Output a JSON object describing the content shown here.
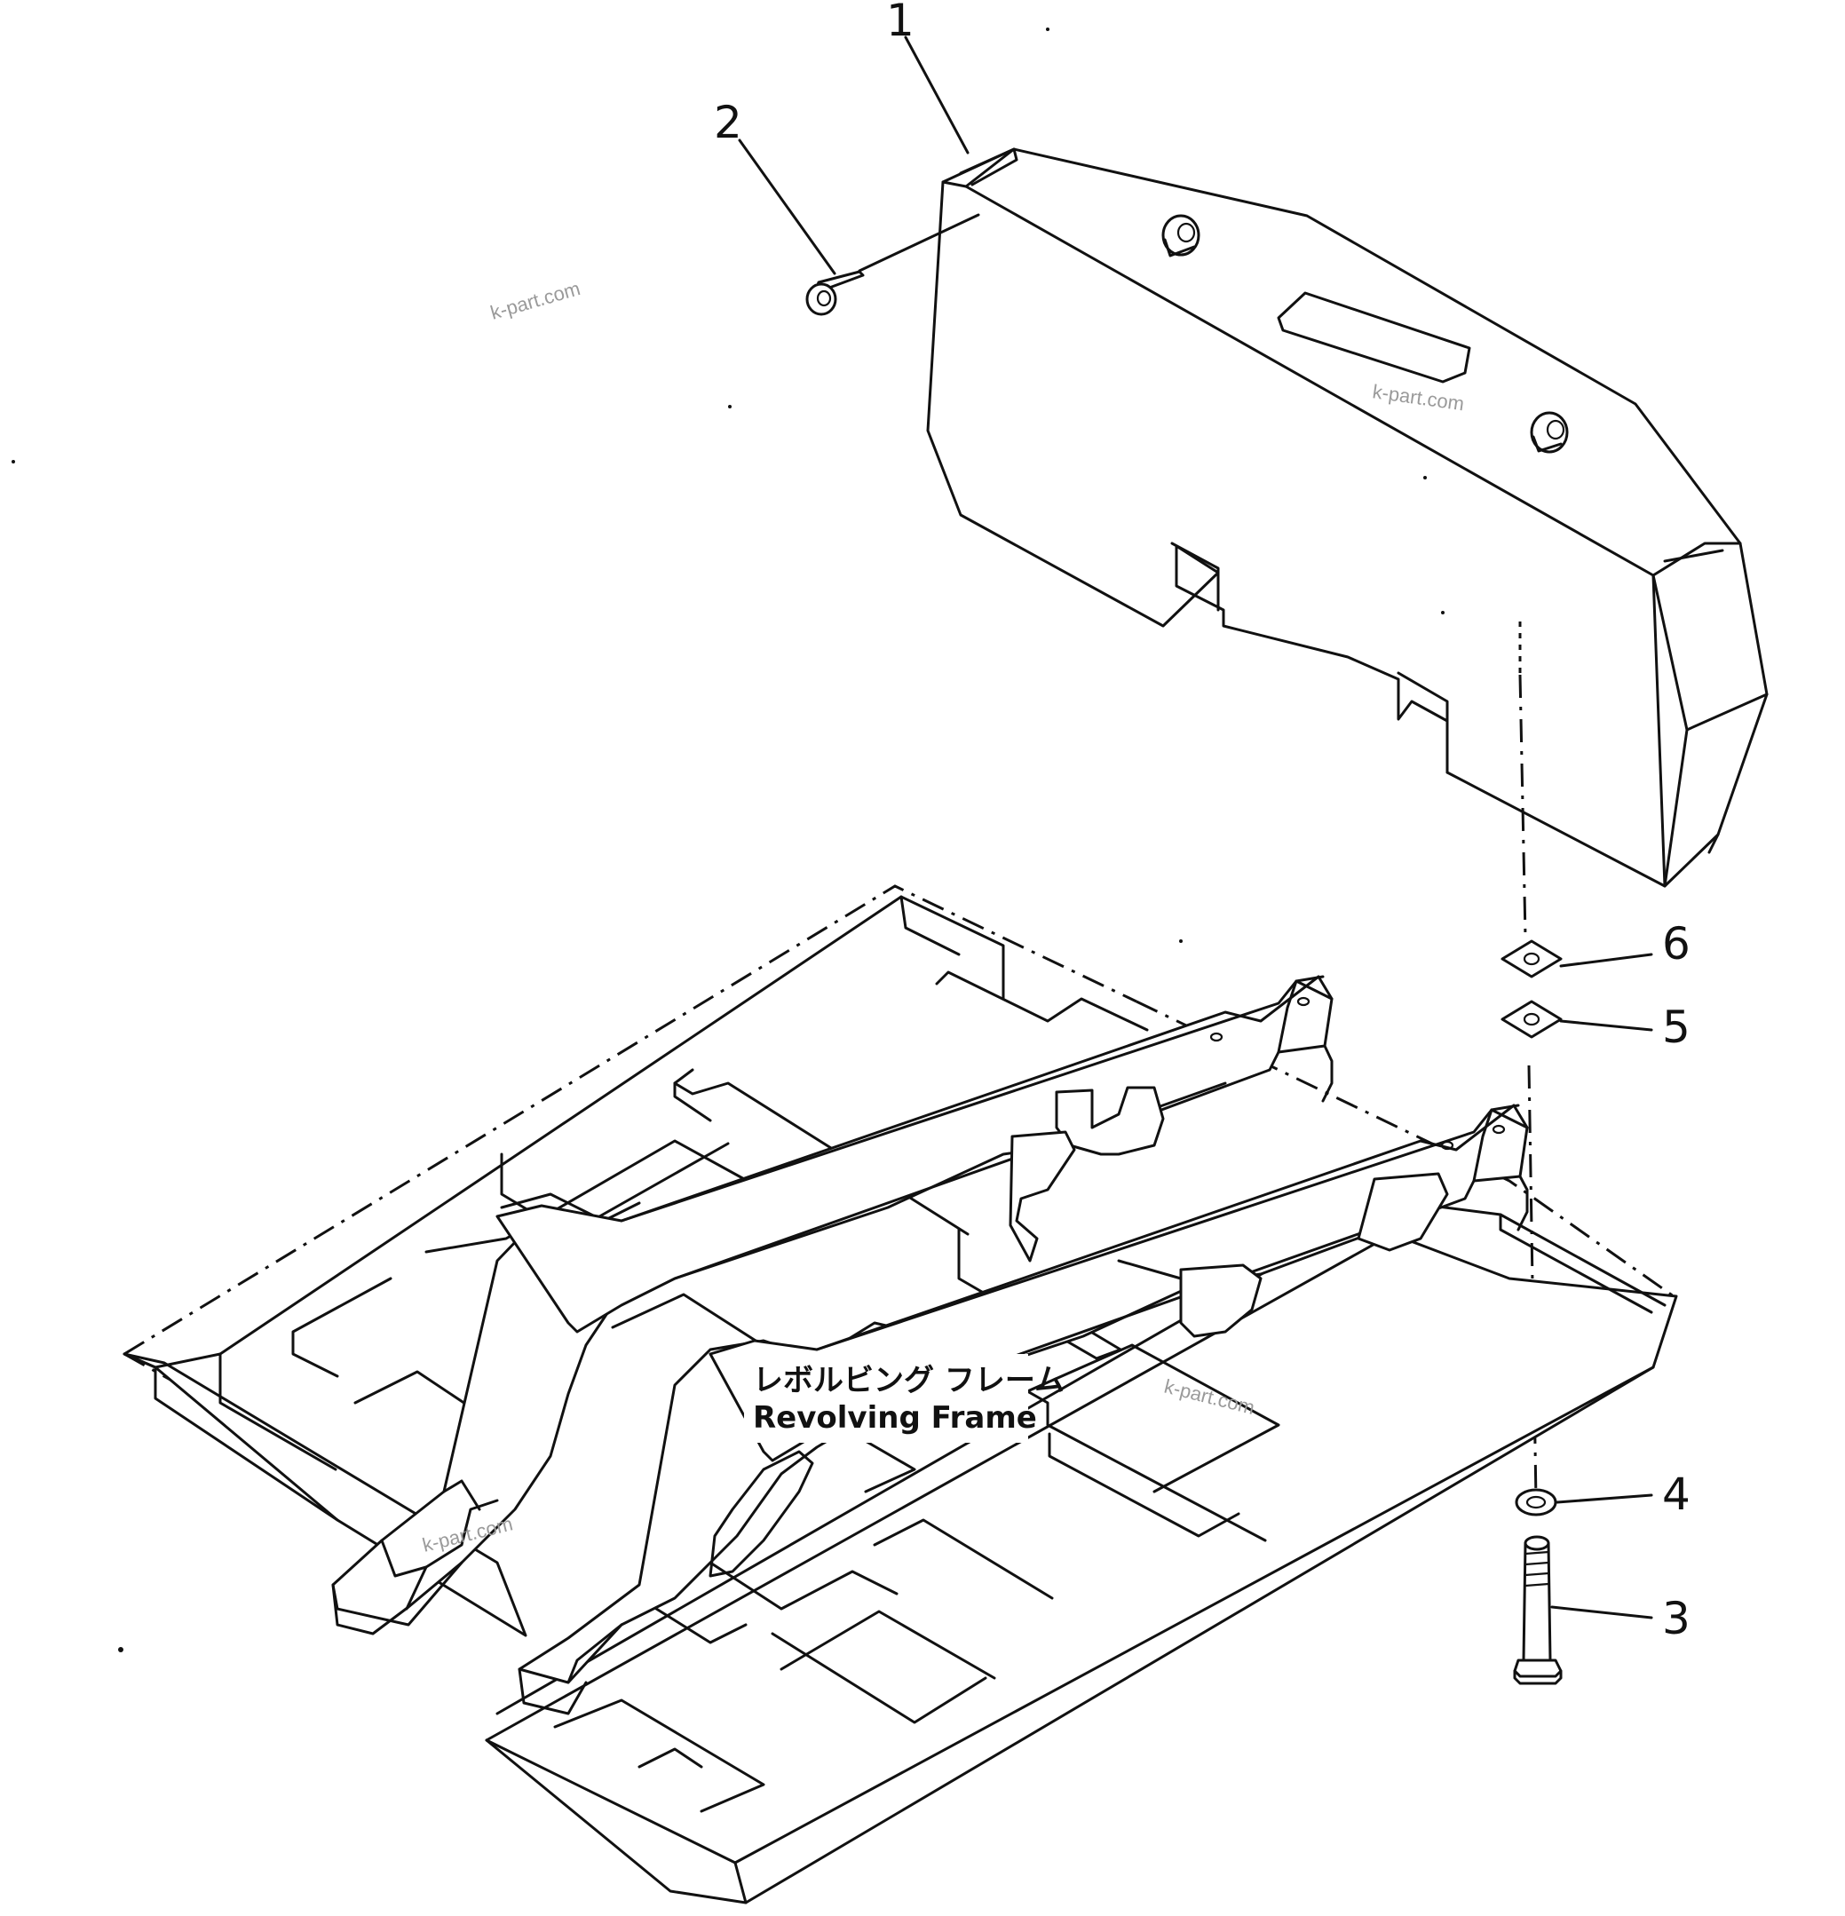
{
  "callouts": [
    "1",
    "2",
    "3",
    "4",
    "5",
    "6"
  ],
  "frame_label": {
    "japanese": "レボルビング フレーム",
    "english": "Revolving Frame"
  },
  "watermark": "k-part.com",
  "parts": {
    "counterweight": "counterweight-icon",
    "screw": "screw-icon",
    "bolt": "bolt-icon",
    "washer": "washer-icon",
    "shim_6": "shim-icon",
    "shim_5": "shim-icon",
    "revolving_frame": "revolving-frame-icon"
  }
}
